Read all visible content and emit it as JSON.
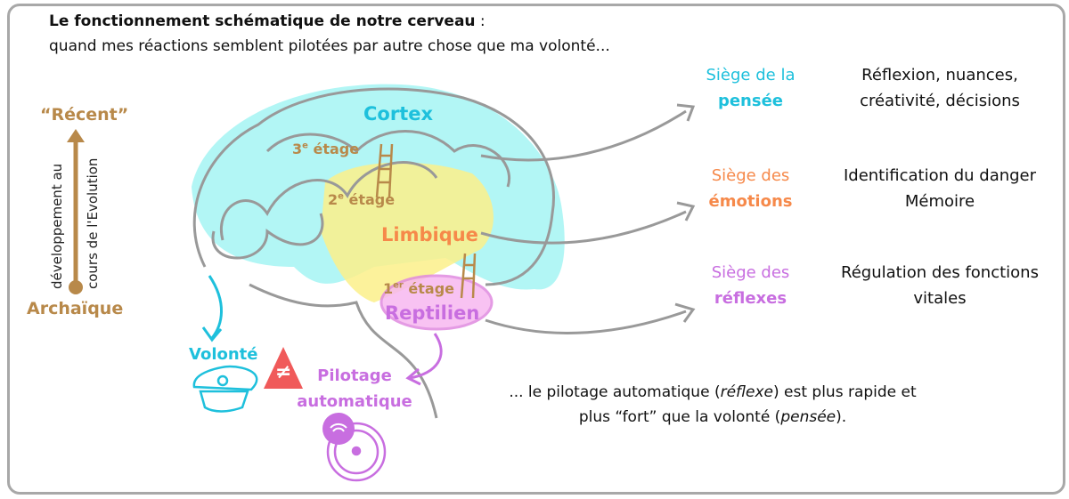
{
  "title": {
    "bold": "Le fonctionnement schématique de notre cerveau",
    "colon": " :",
    "subtitle": "quand mes réactions semblent pilotées par autre chose que ma volonté..."
  },
  "evolution": {
    "top": "“Récent”",
    "bottom": "Archaïque",
    "axis_line1": "développement au",
    "axis_line2": "cours de l'Evolution"
  },
  "brain": {
    "cortex": "Cortex",
    "limbique": "Limbique",
    "reptilien": "Reptilien",
    "floor3": "3",
    "floor3_sup": "e",
    "floor3_text": " étage",
    "floor2": "2",
    "floor2_sup": "e",
    "floor2_text": " étage",
    "floor1": "1",
    "floor1_sup": "er",
    "floor1_text": " étage"
  },
  "rows": [
    {
      "seat_prefix": "Siège de la",
      "seat": "pensée",
      "desc1": "Réflexion, nuances,",
      "desc2": "créativité, décisions",
      "color": "#1ec0dc"
    },
    {
      "seat_prefix": "Siège des",
      "seat": "émotions",
      "desc1": "Identification du danger",
      "desc2": "Mémoire",
      "color": "#f6894a"
    },
    {
      "seat_prefix": "Siège des",
      "seat": "réflexes",
      "desc1": "Régulation des fonctions",
      "desc2": "vitales",
      "color": "#c86ee0"
    }
  ],
  "volonte": "Volonté",
  "not_equal": "≠",
  "pilotage1": "Pilotage",
  "pilotage2": "automatique",
  "conclusion": {
    "p1": "... le pilotage automatique (",
    "i1": "réflexe",
    "p2": ") est plus rapide et",
    "p3": "plus “fort” que la volonté (",
    "i2": "pensée",
    "p4": ")."
  },
  "colors": {
    "cyan": "#1ec0dc",
    "orange": "#f6894a",
    "purple": "#c86ee0",
    "brown": "#b8894a",
    "red": "#f05a5a"
  }
}
